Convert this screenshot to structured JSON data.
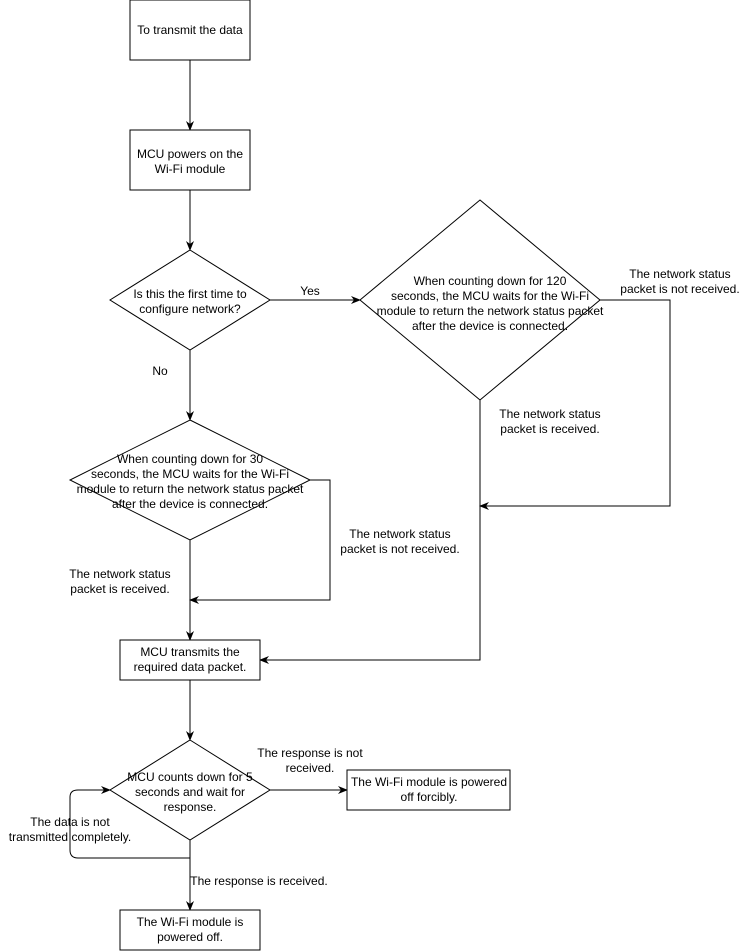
{
  "colors": {
    "stroke": "#000000",
    "fill": "#ffffff",
    "text": "#000000"
  },
  "nodes": {
    "start": [
      "To transmit the data"
    ],
    "power_on": [
      "MCU powers on the",
      "Wi-Fi module"
    ],
    "first_time": [
      "Is this the first time to",
      "configure network?"
    ],
    "wait_120": [
      "When counting down for 120",
      "seconds, the MCU waits for the Wi-Fi",
      "module to return the network status packet",
      "after the device is connected."
    ],
    "wait_30": [
      "When counting down for 30",
      "seconds, the MCU waits for the Wi-Fi",
      "module to return the network status packet",
      "after the device is connected."
    ],
    "transmit": [
      "MCU transmits the",
      "required data packet."
    ],
    "countdown_5": [
      "MCU counts down for 5",
      "seconds and wait for",
      "response."
    ],
    "forced_off": [
      "The Wi-Fi module is powered",
      "off forcibly."
    ],
    "powered_off": [
      "The Wi-Fi module is",
      "powered off."
    ]
  },
  "edge_labels": {
    "yes": [
      "Yes"
    ],
    "no": [
      "No"
    ],
    "not_received_120": [
      "The network status",
      "packet is not received."
    ],
    "received_120": [
      "The network status",
      "packet is received."
    ],
    "not_received_30": [
      "The network status",
      "packet is not received."
    ],
    "received_30": [
      "The network status",
      "packet is received."
    ],
    "response_not_received": [
      "The response is not",
      "received."
    ],
    "not_transmitted": [
      "The data is not",
      "transmitted completely."
    ],
    "response_received": [
      "The response is received."
    ]
  }
}
